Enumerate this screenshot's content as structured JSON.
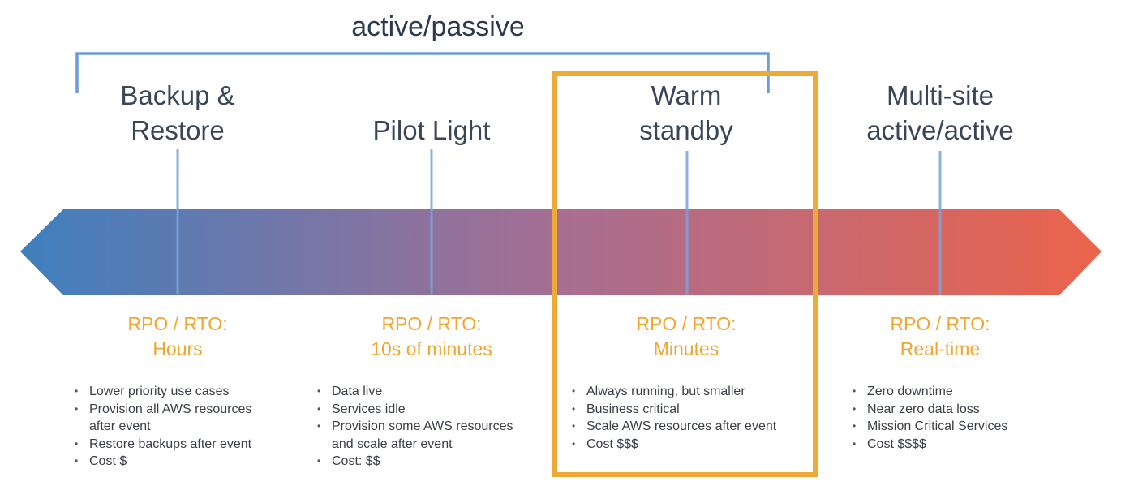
{
  "title": "active/passive",
  "colors": {
    "bracket": "#6c9bd6",
    "tick": "#7aa3dc",
    "gradient_start": "#3f7fbe",
    "gradient_mid": "#a76e92",
    "gradient_end": "#ec634a",
    "metric_text": "#f0a630",
    "highlight": "#eeaa36"
  },
  "strategies": [
    {
      "name_line1": "Backup &",
      "name_line2": "Restore",
      "metric_line1": "RPO / RTO:",
      "metric_line2": "Hours",
      "bullets": [
        "Lower priority use cases",
        "Provision all AWS resources",
        "after event",
        "Restore backups after event",
        "Cost $"
      ]
    },
    {
      "name_line1": "",
      "name_line2": "Pilot Light",
      "metric_line1": "RPO / RTO:",
      "metric_line2": "10s of minutes",
      "bullets": [
        "Data live",
        "Services idle",
        "Provision some AWS resources",
        "and scale after event",
        "Cost: $$"
      ]
    },
    {
      "name_line1": "Warm",
      "name_line2": "standby",
      "metric_line1": "RPO / RTO:",
      "metric_line2": "Minutes",
      "bullets": [
        "Always running, but smaller",
        "Business critical",
        "Scale AWS resources after event",
        "Cost $$$"
      ]
    },
    {
      "name_line1": "Multi-site",
      "name_line2": "active/active",
      "metric_line1": "RPO / RTO:",
      "metric_line2": "Real-time",
      "bullets": [
        "Zero downtime",
        "Near zero data loss",
        "Mission Critical Services",
        "Cost $$$$"
      ]
    }
  ],
  "highlighted_strategy": "Warm standby"
}
